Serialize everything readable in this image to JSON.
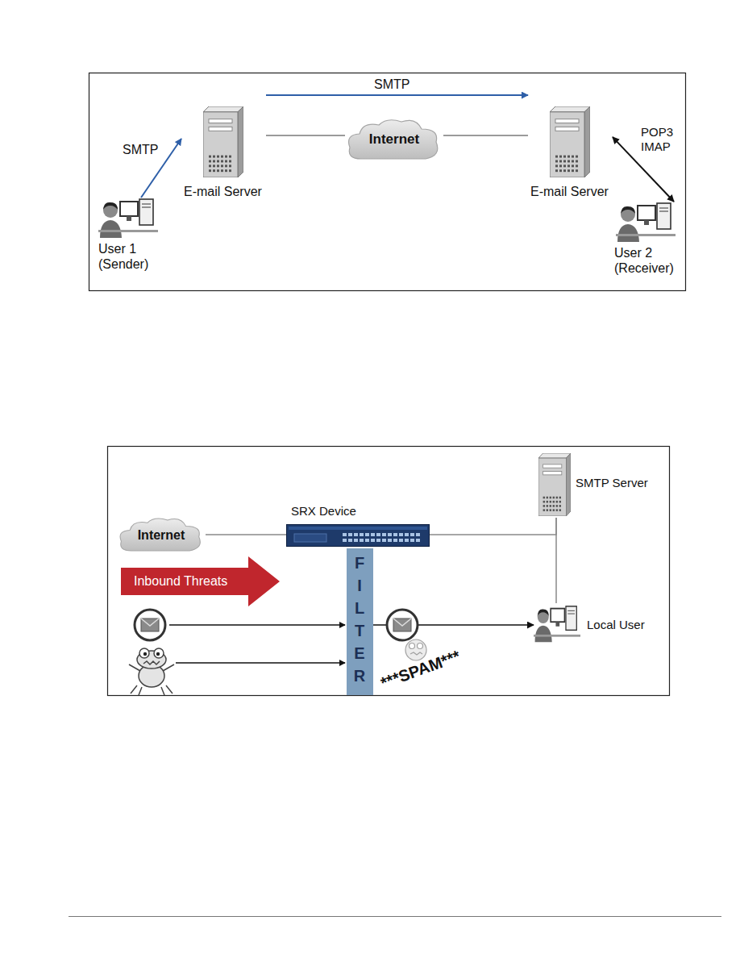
{
  "diagram": {
    "nodes": [
      {
        "text": [
          "User 1 (Sender)"
        ]
      },
      {
        "text": [
          "E-mail Server"
        ]
      },
      {
        "text": [
          "Internet"
        ]
      },
      {
        "text": [
          "E-mail Server"
        ]
      },
      {
        "text": [
          "User 2 (Receiver)"
        ]
      },
      {
        "text": [
          "Internet"
        ]
      },
      {
        "text": [
          "SRX Device"
        ]
      },
      {
        "text": [
          "SMTP Server"
        ]
      },
      {
        "text": [
          "Local User"
        ]
      },
      {
        "text": [
          "F I L T E R"
        ]
      },
      {
        "text": [
          "Inbound Threats"
        ]
      }
    ],
    "edges": [
      {
        "from": 0,
        "to": 1,
        "label": "SMTP",
        "arrow": "to"
      },
      {
        "from": 1,
        "to": 2,
        "arrow": "none"
      },
      {
        "from": 2,
        "to": 3,
        "arrow": "none"
      },
      {
        "from": 1,
        "to": 3,
        "label": "SMTP",
        "arrow": "to"
      },
      {
        "from": 3,
        "to": 4,
        "label": "POP3 IMAP",
        "arrow": "both"
      },
      {
        "from": 5,
        "to": 6,
        "arrow": "none"
      },
      {
        "from": 6,
        "to": 7,
        "arrow": "none"
      },
      {
        "from": 7,
        "to": 8,
        "arrow": "none"
      },
      {
        "from": 9,
        "to": 8,
        "arrow": "to"
      }
    ],
    "labels": [
      "***SPAM***"
    ]
  }
}
